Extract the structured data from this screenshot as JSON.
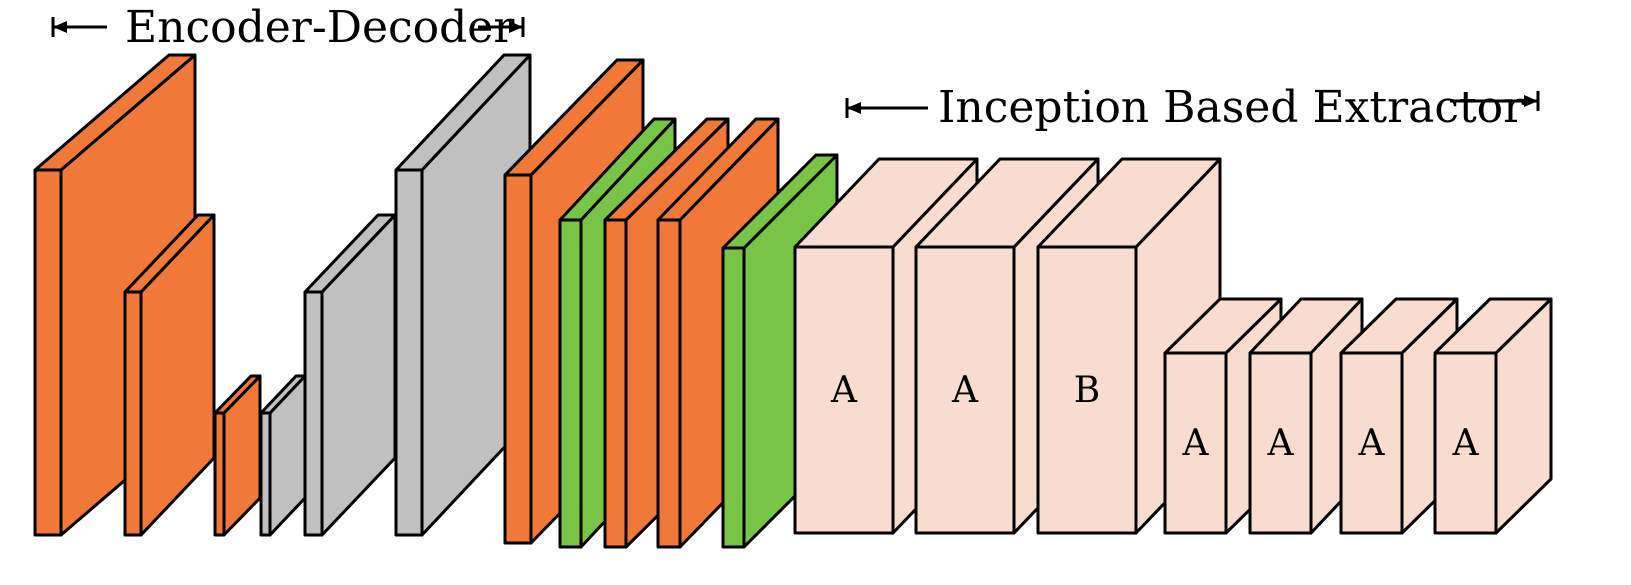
{
  "title": "",
  "colors": {
    "conv": "#f07838",
    "upsample": "#c0c0c0",
    "bn": "#78c446",
    "inception": "#f8dcd0",
    "edge": "#000000",
    "background": "#ffffff"
  },
  "sections": {
    "encoder_decoder": {
      "label": "Encoder-Decoder"
    },
    "inception_extractor": {
      "label": "Inception Based Extractor"
    }
  },
  "encoder_decoder_layers": [
    {
      "role": "encoder",
      "color_key": "conv"
    },
    {
      "role": "encoder",
      "color_key": "conv"
    },
    {
      "role": "encoder",
      "color_key": "conv"
    },
    {
      "role": "decoder",
      "color_key": "upsample"
    },
    {
      "role": "decoder",
      "color_key": "upsample"
    },
    {
      "role": "decoder",
      "color_key": "upsample"
    }
  ],
  "transition_layers": [
    {
      "color_key": "conv"
    },
    {
      "color_key": "bn"
    },
    {
      "color_key": "conv"
    },
    {
      "color_key": "conv"
    },
    {
      "color_key": "bn"
    }
  ],
  "inception_blocks": [
    {
      "label": "A",
      "size": "large"
    },
    {
      "label": "A",
      "size": "large"
    },
    {
      "label": "B",
      "size": "large"
    },
    {
      "label": "A",
      "size": "small"
    },
    {
      "label": "A",
      "size": "small"
    },
    {
      "label": "A",
      "size": "small"
    },
    {
      "label": "A",
      "size": "small"
    }
  ]
}
